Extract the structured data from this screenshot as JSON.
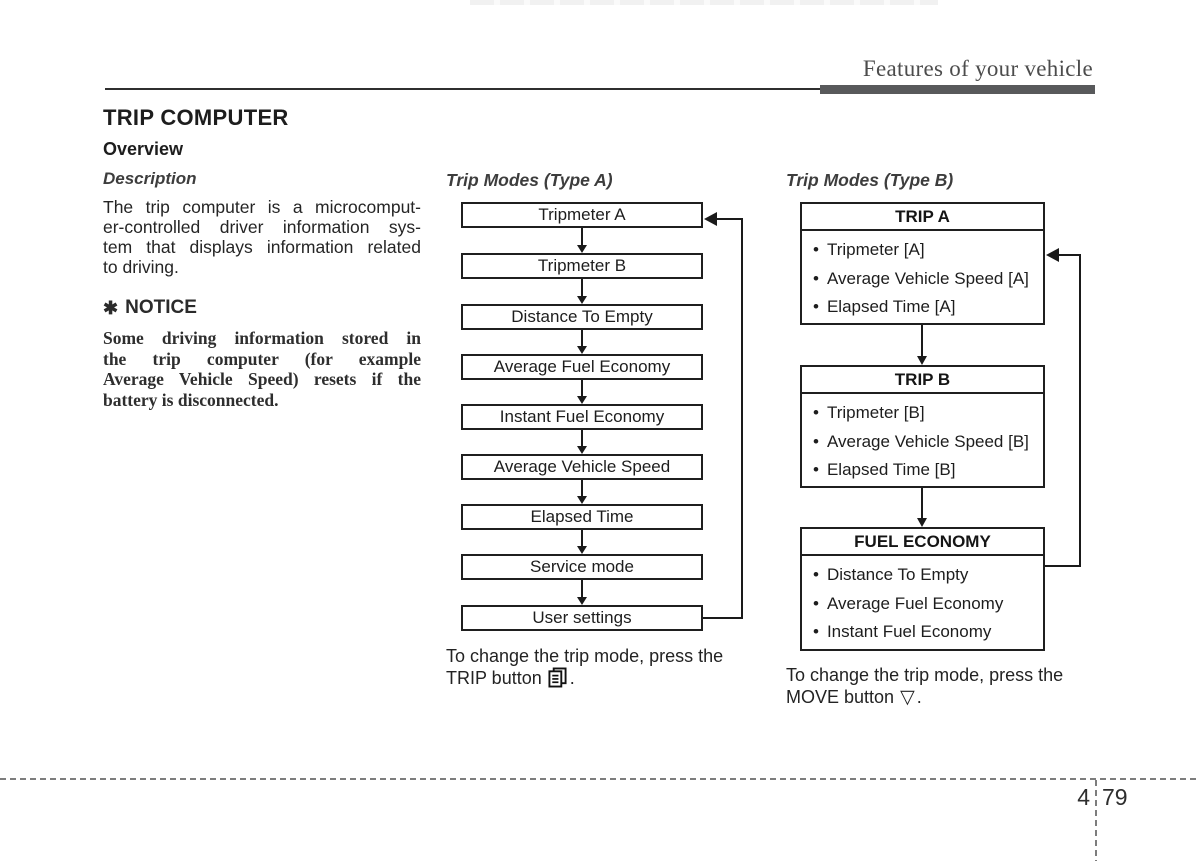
{
  "header": {
    "title": "Features of your vehicle"
  },
  "colors": {
    "header_bar": "#58595b",
    "body_text": "#242424",
    "box_border": "#1f1f1f"
  },
  "left": {
    "section_title": "TRIP COMPUTER",
    "subsection_title": "Overview",
    "description_heading": "Description",
    "description_lines": [
      "The trip computer is a microcomput-",
      "er-controlled driver information sys-",
      "tem that displays information related",
      "to driving."
    ],
    "notice": {
      "symbol": "✱",
      "heading": "NOTICE",
      "lines": [
        "Some driving information stored in",
        "the trip computer (for example",
        "Average Vehicle Speed) resets if the",
        "battery is disconnected."
      ]
    }
  },
  "type_a": {
    "title": "Trip Modes (Type A)",
    "boxes": [
      "Tripmeter A",
      "Tripmeter B",
      "Distance To Empty",
      "Average Fuel Economy",
      "Instant Fuel Economy",
      "Average Vehicle Speed",
      "Elapsed Time",
      "Service mode",
      "User settings"
    ],
    "caption_line1": "To change the trip mode, press the",
    "caption_line2_prefix": "TRIP button",
    "caption_period": "."
  },
  "type_b": {
    "title": "Trip Modes (Type B)",
    "bullet": "•",
    "groups": [
      {
        "header": "TRIP A",
        "items": [
          "Tripmeter [A]",
          "Average Vehicle Speed [A]",
          "Elapsed Time [A]"
        ]
      },
      {
        "header": "TRIP B",
        "items": [
          "Tripmeter [B]",
          "Average Vehicle Speed [B]",
          "Elapsed Time [B]"
        ]
      },
      {
        "header": "FUEL ECONOMY",
        "items": [
          "Distance To Empty",
          "Average Fuel Economy",
          "Instant Fuel Economy"
        ]
      }
    ],
    "caption_line1": "To change the trip mode, press the",
    "caption_line2_prefix": "MOVE button",
    "move_icon": "▽",
    "caption_period": "."
  },
  "footer": {
    "page_chapter": "4",
    "page_number": "79"
  }
}
